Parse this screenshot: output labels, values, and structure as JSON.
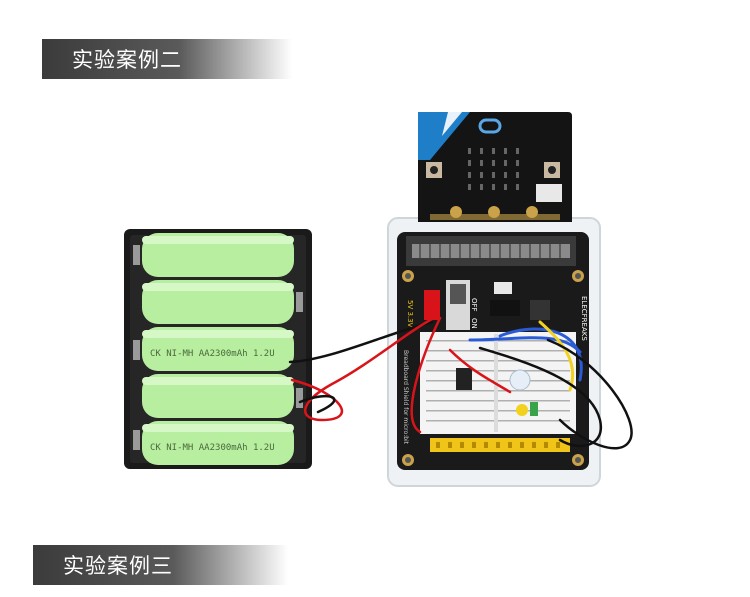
{
  "banners": {
    "top": "实验案例二",
    "bottom": "实验案例三"
  },
  "battery": {
    "cell_label_1": "CK NI-MH AA2300mAh 1.2U",
    "cell_label_2": "CK NI-MH AA2300mAh 1.2U"
  },
  "board": {
    "switch_on": "ON",
    "switch_off": "OFF",
    "brand": "ELECFREAKS",
    "shield_text": "Breadboard Shield for micro:bit",
    "voltage_label": "5V 3.3V"
  },
  "colors": {
    "banner_gray": "#3b3b3b",
    "cell_green": "#b8eea0",
    "board_black": "#1a1a1a",
    "microbit_blue": "#1e7fc8",
    "wire_red": "#d8141a",
    "wire_black": "#111111",
    "wire_blue": "#2a5bd6",
    "wire_yellow": "#f2d21e",
    "header_yellow": "#f0c419"
  }
}
